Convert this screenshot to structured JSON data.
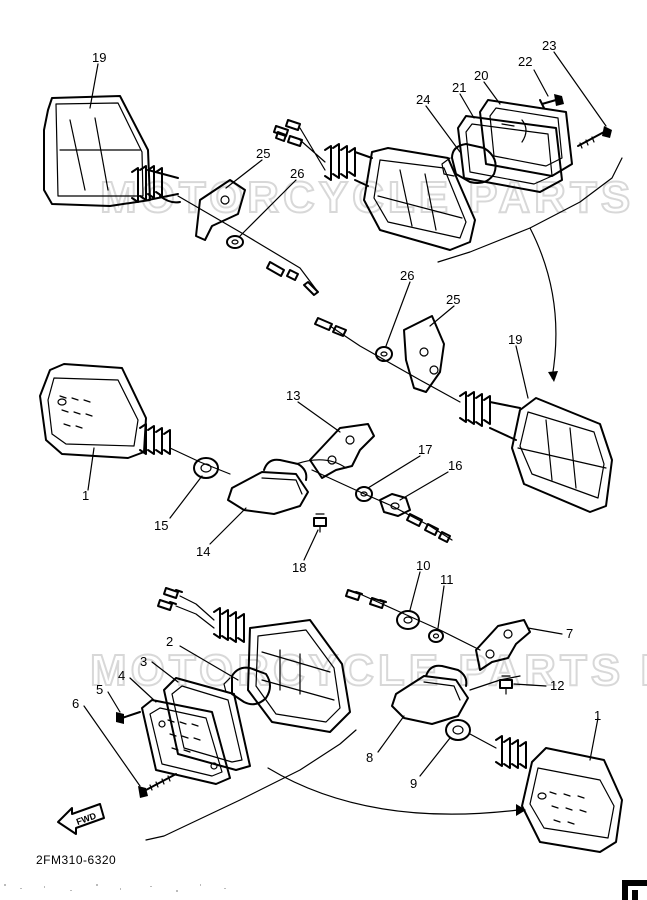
{
  "diagram_code": "2FM310-6320",
  "fwd_label": "FWD",
  "watermark": "MOTORCYCLE PARTS NET",
  "callouts": [
    {
      "id": "c19a",
      "text": "19"
    },
    {
      "id": "c25a",
      "text": "25"
    },
    {
      "id": "c26a",
      "text": "26"
    },
    {
      "id": "c24",
      "text": "24"
    },
    {
      "id": "c21",
      "text": "21"
    },
    {
      "id": "c20",
      "text": "20"
    },
    {
      "id": "c22",
      "text": "22"
    },
    {
      "id": "c23",
      "text": "23"
    },
    {
      "id": "c26b",
      "text": "26"
    },
    {
      "id": "c25b",
      "text": "25"
    },
    {
      "id": "c19b",
      "text": "19"
    },
    {
      "id": "c13",
      "text": "13"
    },
    {
      "id": "c17",
      "text": "17"
    },
    {
      "id": "c16",
      "text": "16"
    },
    {
      "id": "c1a",
      "text": "1"
    },
    {
      "id": "c15",
      "text": "15"
    },
    {
      "id": "c14",
      "text": "14"
    },
    {
      "id": "c18",
      "text": "18"
    },
    {
      "id": "c10",
      "text": "10"
    },
    {
      "id": "c11",
      "text": "11"
    },
    {
      "id": "c7",
      "text": "7"
    },
    {
      "id": "c12",
      "text": "12"
    },
    {
      "id": "c2",
      "text": "2"
    },
    {
      "id": "c3",
      "text": "3"
    },
    {
      "id": "c4",
      "text": "4"
    },
    {
      "id": "c5",
      "text": "5"
    },
    {
      "id": "c6",
      "text": "6"
    },
    {
      "id": "c8",
      "text": "8"
    },
    {
      "id": "c9",
      "text": "9"
    },
    {
      "id": "c1b",
      "text": "1"
    }
  ]
}
